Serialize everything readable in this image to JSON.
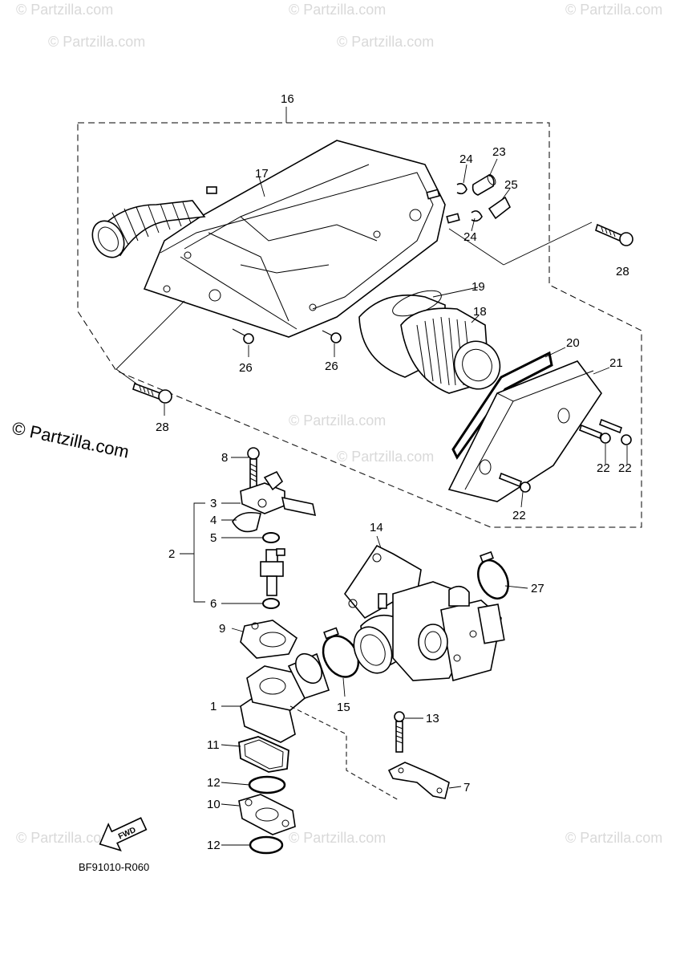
{
  "diagram": {
    "diagram_code": "BF91010-R060",
    "fwd_label": "FWD",
    "watermark_text": "© Partzilla.com",
    "watermark_small": "© Partzilla.com",
    "callouts": {
      "c1": "1",
      "c2": "2",
      "c3": "3",
      "c4": "4",
      "c5": "5",
      "c6": "6",
      "c7": "7",
      "c8": "8",
      "c9": "9",
      "c10": "10",
      "c11": "11",
      "c12a": "12",
      "c12b": "12",
      "c13": "13",
      "c14": "14",
      "c15": "15",
      "c16": "16",
      "c17": "17",
      "c18": "18",
      "c19": "19",
      "c20": "20",
      "c21": "21",
      "c22a": "22",
      "c22b": "22",
      "c22c": "22",
      "c23": "23",
      "c24a": "24",
      "c24b": "24",
      "c25": "25",
      "c26a": "26",
      "c26b": "26",
      "c27": "27",
      "c28a": "28",
      "c28b": "28"
    }
  },
  "colors": {
    "line": "#000000",
    "watermark": "#d9d9d9",
    "background": "#ffffff"
  }
}
